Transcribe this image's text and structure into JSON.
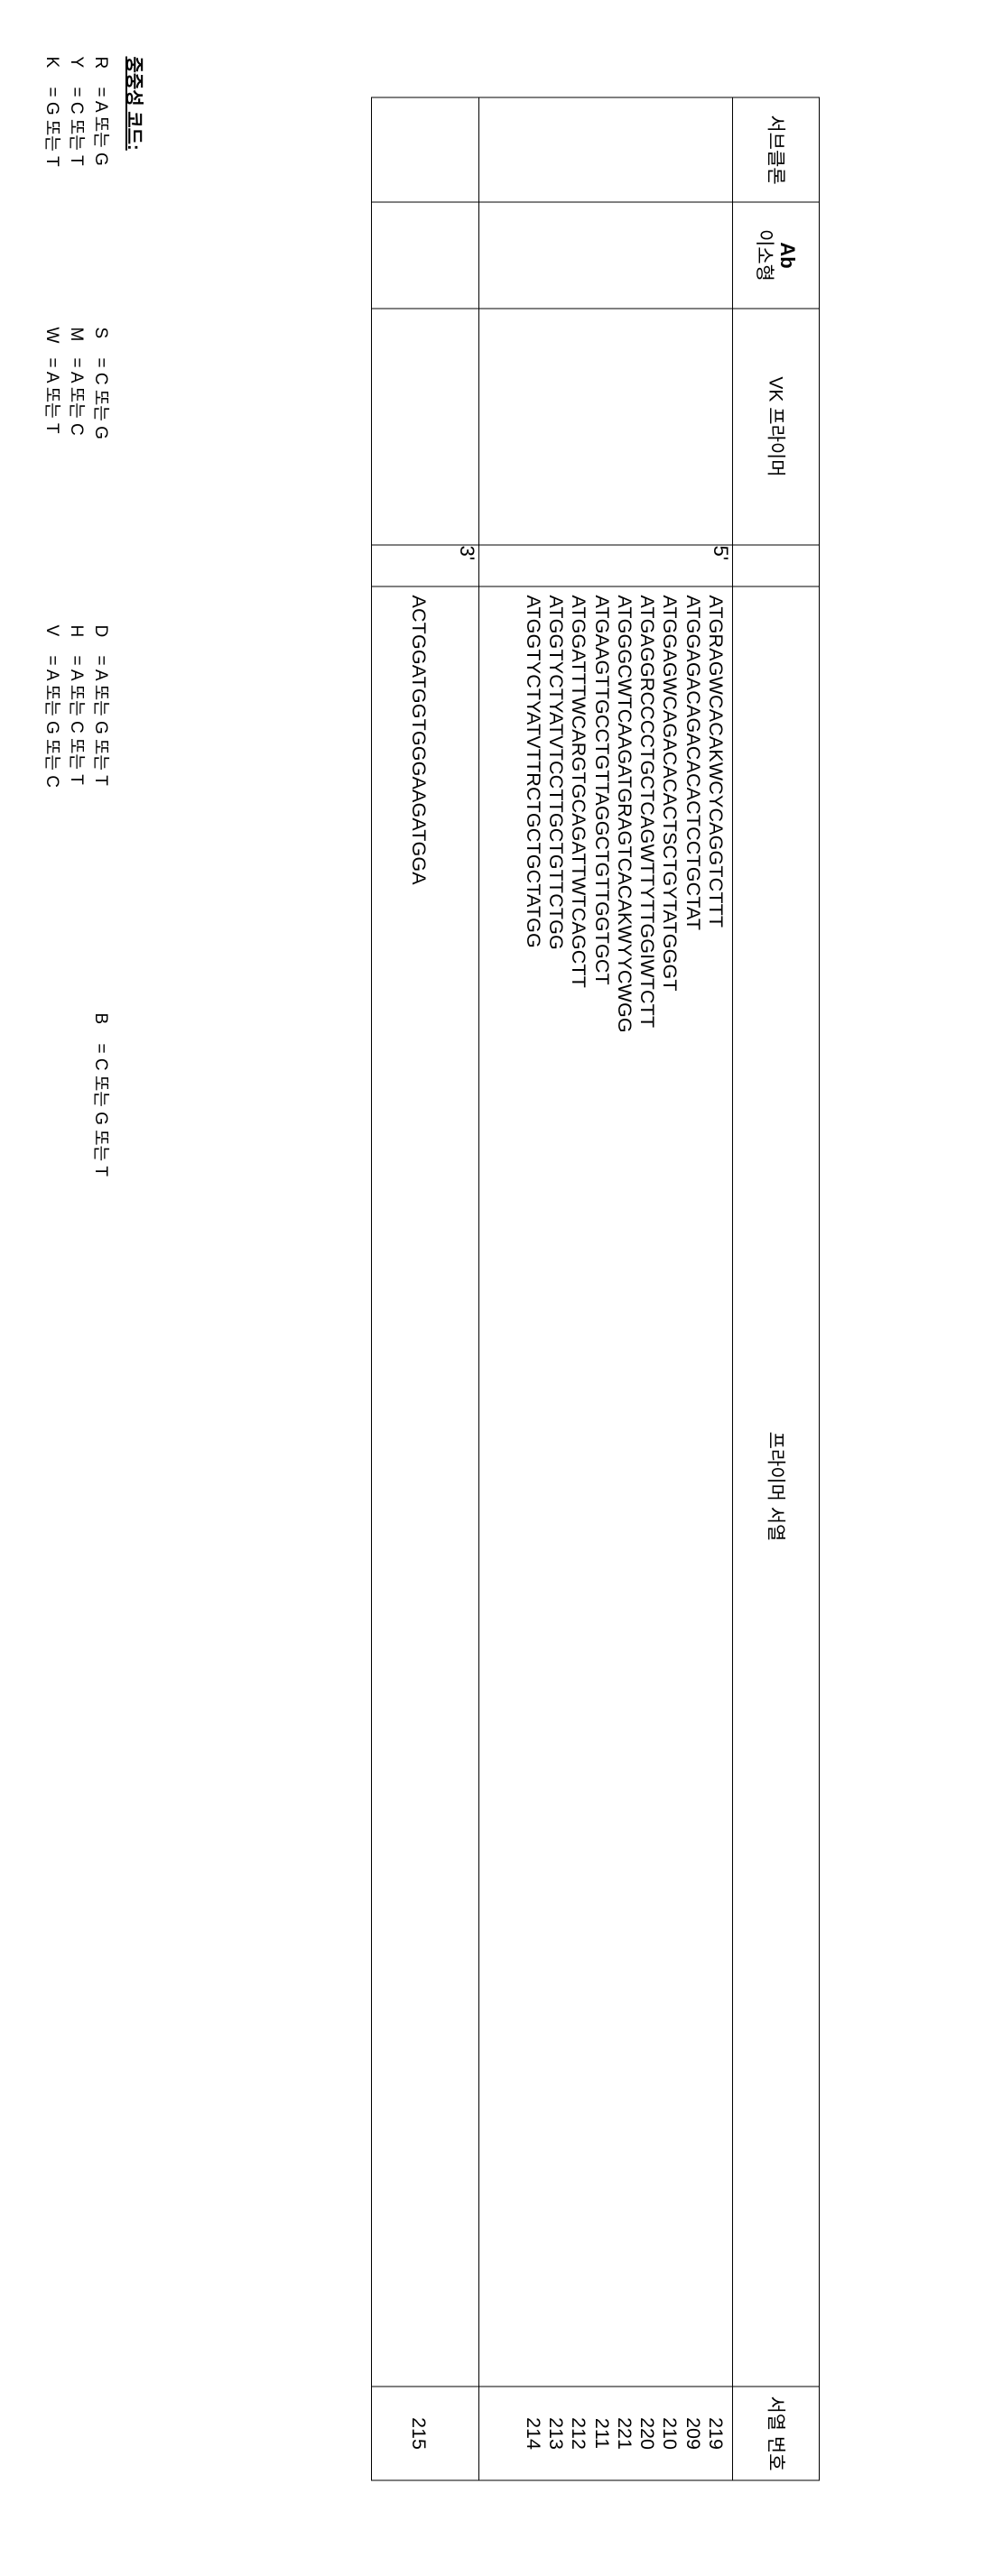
{
  "legend": {
    "title": "중중성 코드:",
    "entries": [
      [
        {
          "symbol": "R",
          "definition": "= A 또는 G"
        },
        {
          "symbol": "S",
          "definition": "= C 또는 G"
        },
        {
          "symbol": "D",
          "definition": "= A 또는 G 또는 T"
        },
        {
          "symbol": "B",
          "definition": "= C 또는 G 또는 T"
        }
      ],
      [
        {
          "symbol": "Y",
          "definition": "= C 또는 T"
        },
        {
          "symbol": "M",
          "definition": "= A 또는 C"
        },
        {
          "symbol": "H",
          "definition": "= A 또는 C 또는 T"
        },
        {
          "symbol": "",
          "definition": ""
        }
      ],
      [
        {
          "symbol": "K",
          "definition": "= G 또는 T"
        },
        {
          "symbol": "W",
          "definition": "= A 또는 T"
        },
        {
          "symbol": "V",
          "definition": "= A 또는 G 또는 C"
        },
        {
          "symbol": "",
          "definition": ""
        }
      ]
    ]
  },
  "table": {
    "headers": {
      "label": "서브클론",
      "isotype_bold": "Ab",
      "isotype_sub": "이소형",
      "primer": "VK 프라이머",
      "end": "",
      "sequence": "프라이머 서열",
      "number": "서열 번호"
    },
    "rows": [
      {
        "label": "",
        "isotype": "",
        "primer": "",
        "end": "5'",
        "sequences": [
          "ATGRAGWCACAKWCYCAGGTCTTT",
          "ATGGAGACAGACACACTCCTGCTAT",
          "ATGGAGWCAGACACACTSCTGYTATGGGT",
          "ATGAGGRCCCCTGCTCAGWTTYTTGGIWTCTT",
          "ATGGGCWTCAAGATGRAGTCACAKWYYCWGG",
          "ATGAAGTTGCCTGTTAGGCTGTTGGTGCT",
          "ATGGATTTWCARGTGCAGATTWTCAGCTT",
          "ATGGTYCTYATVTCCTTGCTGTTCTGG",
          "ATGGTYCTYATVTTRCTGCTGCTATGG"
        ],
        "numbers": [
          "219",
          "209",
          "210",
          "220",
          "221",
          "211",
          "212",
          "213",
          "214"
        ]
      },
      {
        "label": "",
        "isotype": "",
        "primer": "",
        "end": "3'",
        "sequences": [
          "ACTGGATGGTGGGAAGATGGA"
        ],
        "numbers": [
          "215"
        ]
      }
    ]
  }
}
